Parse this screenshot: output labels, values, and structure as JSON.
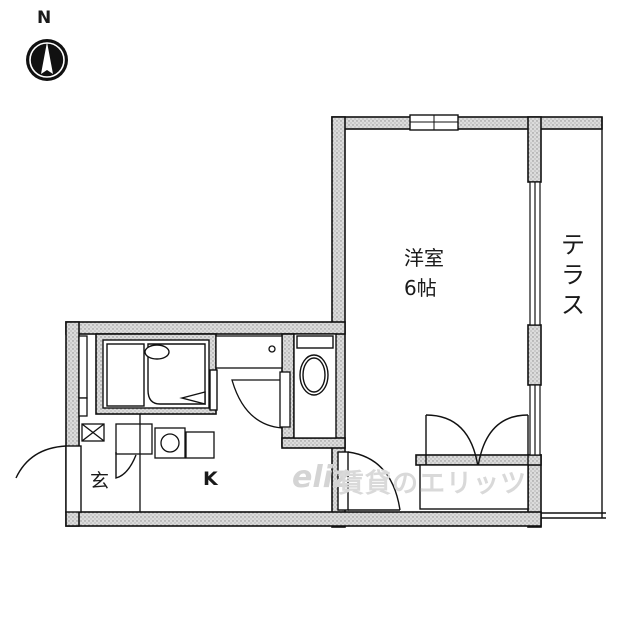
{
  "compass": {
    "letter": "N",
    "icon": "north-arrow-icon"
  },
  "rooms": {
    "western_room": {
      "name": "洋室",
      "size": "6帖"
    },
    "terrace": {
      "name": "テラス",
      "chars": [
        "テ",
        "ラ",
        "ス"
      ]
    },
    "entrance": {
      "name": "玄"
    },
    "kitchen": {
      "name": "K"
    }
  },
  "watermark": {
    "logo": "eliz",
    "text": "賃貸のエリッツ"
  },
  "colors": {
    "wall_fill": "#cfcfcf",
    "line": "#1a1a1a",
    "watermark": "#d6d6d6"
  }
}
